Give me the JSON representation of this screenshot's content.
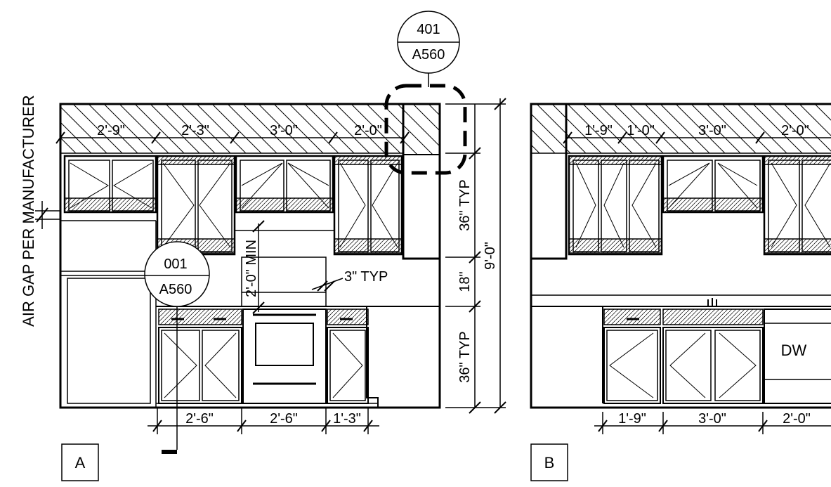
{
  "drawing": {
    "vertical_note": "AIR GAP PER MANUFACTURER",
    "detail_top": {
      "number": "401",
      "sheet": "A560"
    },
    "detail_mid": {
      "number": "001",
      "sheet": "A560"
    },
    "elev_a": {
      "label": "A",
      "upper_dims": [
        "2'-9\"",
        "2'-3\"",
        "3'-0\"",
        "2'-0\""
      ],
      "lower_dims": [
        "2'-6\"",
        "2'-6\"",
        "1'-3\""
      ],
      "right_dims": [
        "36\" TYP",
        "18\"",
        "36\" TYP"
      ],
      "overall_height": "9'-0\"",
      "range_hood_dim": "2'-0\" MIN",
      "typ_note": "3\" TYP"
    },
    "elev_b": {
      "label": "B",
      "upper_dims": [
        "1'-9\"",
        "1'-0\"",
        "3'-0\"",
        "2'-0\""
      ],
      "lower_dims": [
        "1'-9\"",
        "3'-0\"",
        "2'-0\""
      ],
      "dw_label": "DW"
    },
    "colors": {
      "line": "#000000",
      "background": "#ffffff",
      "hatch": "#000000"
    }
  }
}
